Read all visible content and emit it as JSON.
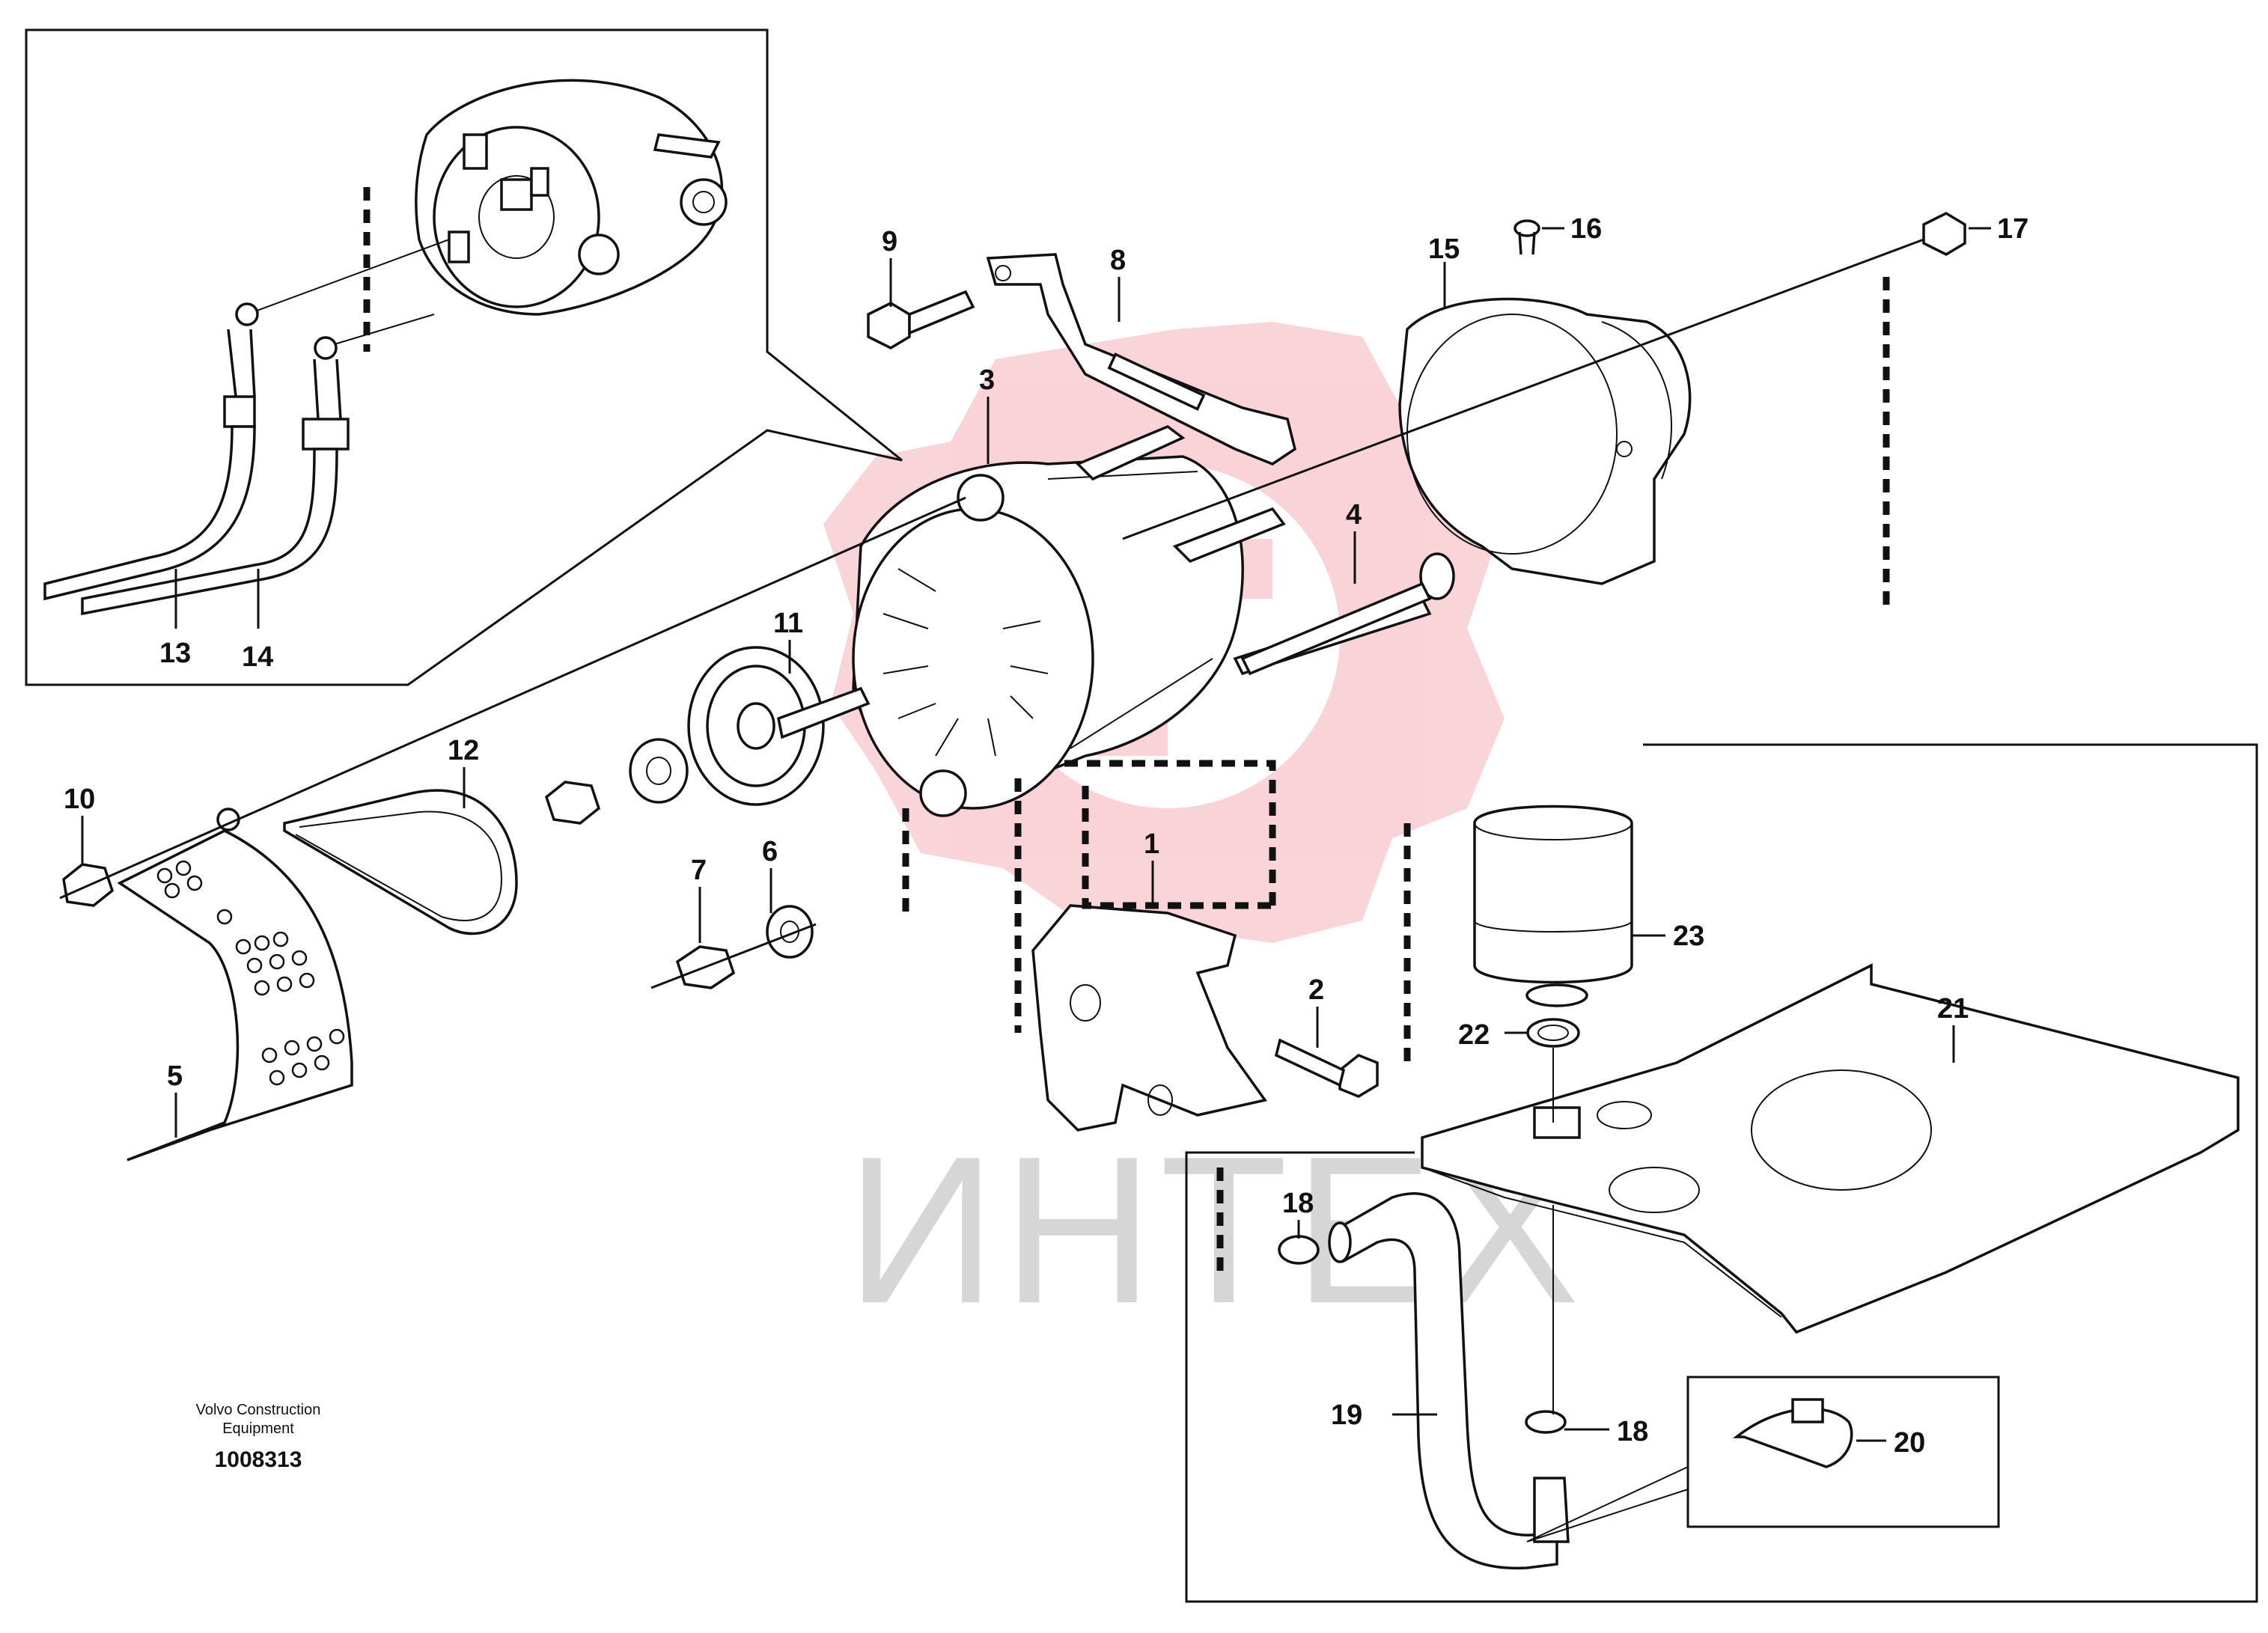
{
  "callouts": [
    "1",
    "2",
    "3",
    "4",
    "5",
    "6",
    "7",
    "8",
    "9",
    "10",
    "11",
    "12",
    "13",
    "14",
    "15",
    "16",
    "17",
    "18",
    "18",
    "19",
    "20",
    "21",
    "22",
    "23"
  ],
  "credit": {
    "line1": "Volvo Construction",
    "line2": "Equipment",
    "part_number": "1008313"
  },
  "watermark": {
    "text": "ИНТЕХ",
    "color": "#f2a0a8"
  }
}
